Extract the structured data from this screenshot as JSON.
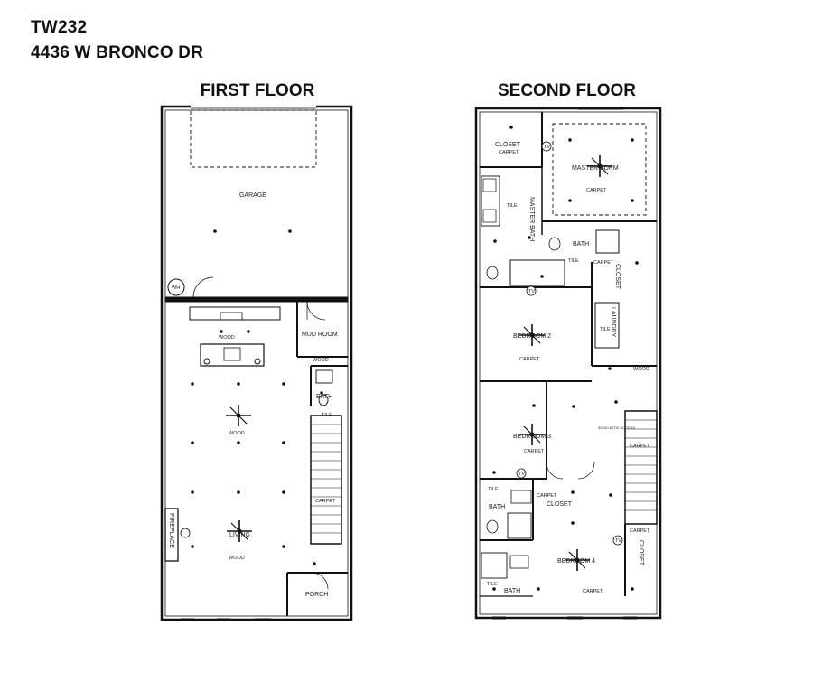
{
  "header": {
    "code": "TW232",
    "address": "4436 W BRONCO DR"
  },
  "first_floor": {
    "title": "FIRST FLOOR",
    "rooms": {
      "garage": "GARAGE",
      "mud_room": "MUD ROOM",
      "bath": "BATH",
      "living": "LIVING",
      "fireplace": "FIREPLACE",
      "porch": "PORCH"
    },
    "tags": {
      "wood": "WOOD",
      "tile": "TILE",
      "carpet": "CARPET",
      "wh": "WH"
    }
  },
  "second_floor": {
    "title": "SECOND FLOOR",
    "rooms": {
      "closet": "CLOSET",
      "master_bedroom": "MASTER BDRM",
      "master_bath": "MASTER BATH",
      "bath": "BATH",
      "laundry": "LAUNDRY",
      "bedroom2": "BEDROOM 2",
      "bedroom3": "BEDROOM 3",
      "bedroom4": "BEDROOM 4",
      "attic": "30X30 ATTIC ACCESS"
    },
    "tags": {
      "carpet": "CARPET",
      "tile": "TILE",
      "wood": "WOOD",
      "tv": "TV"
    }
  }
}
